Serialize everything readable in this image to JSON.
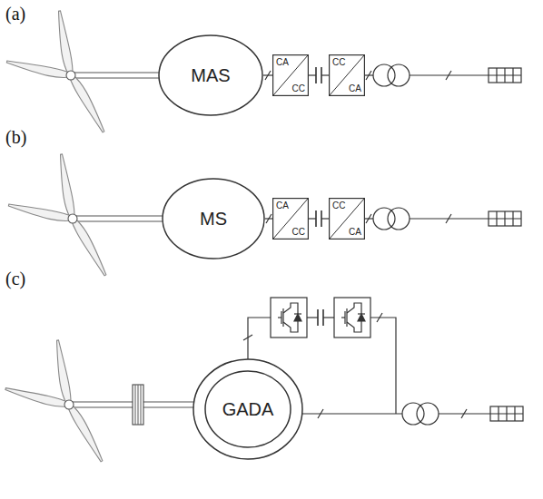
{
  "diagram": {
    "nodes": [
      {
        "text": [
          "MAS"
        ]
      },
      {
        "text": [
          "CA",
          "CC"
        ]
      },
      {
        "text": [
          "CC",
          "CA"
        ]
      },
      {
        "text": [
          "MS"
        ]
      },
      {
        "text": [
          "CA",
          "CC"
        ]
      },
      {
        "text": [
          "CC",
          "CA"
        ]
      },
      {
        "text": [
          "GADA"
        ]
      }
    ],
    "edges": [
      {
        "from": 0,
        "to": 1,
        "arrow": "none"
      },
      {
        "from": 1,
        "to": 2,
        "arrow": "none"
      },
      {
        "from": 3,
        "to": 4,
        "arrow": "none"
      },
      {
        "from": 4,
        "to": 5,
        "arrow": "none"
      }
    ],
    "labels": [
      "(a)",
      "(b)",
      "(c)"
    ]
  }
}
